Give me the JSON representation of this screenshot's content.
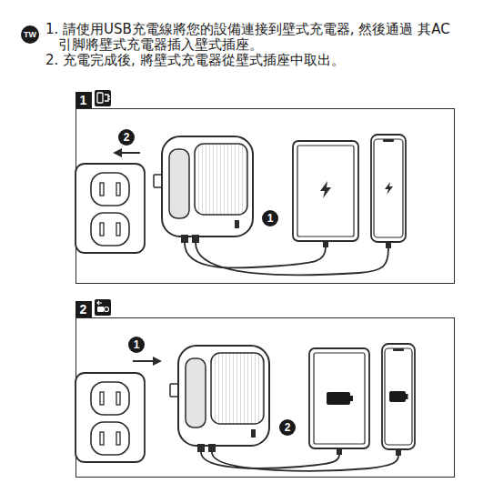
{
  "diagram": {
    "nodes": [
      {
        "text": [
          "1"
        ]
      },
      {
        "text": [
          "2"
        ]
      }
    ],
    "labels": [
      "TW",
      "1. 請使用USB充電線將您的設備連接到壁式充電器, 然後通過 其AC引脚將壁式充電器插入壁式插座。",
      "2. 充電完成後, 將壁式充電器從壁式插座中取出。",
      "2",
      "1",
      "1",
      "2"
    ]
  }
}
